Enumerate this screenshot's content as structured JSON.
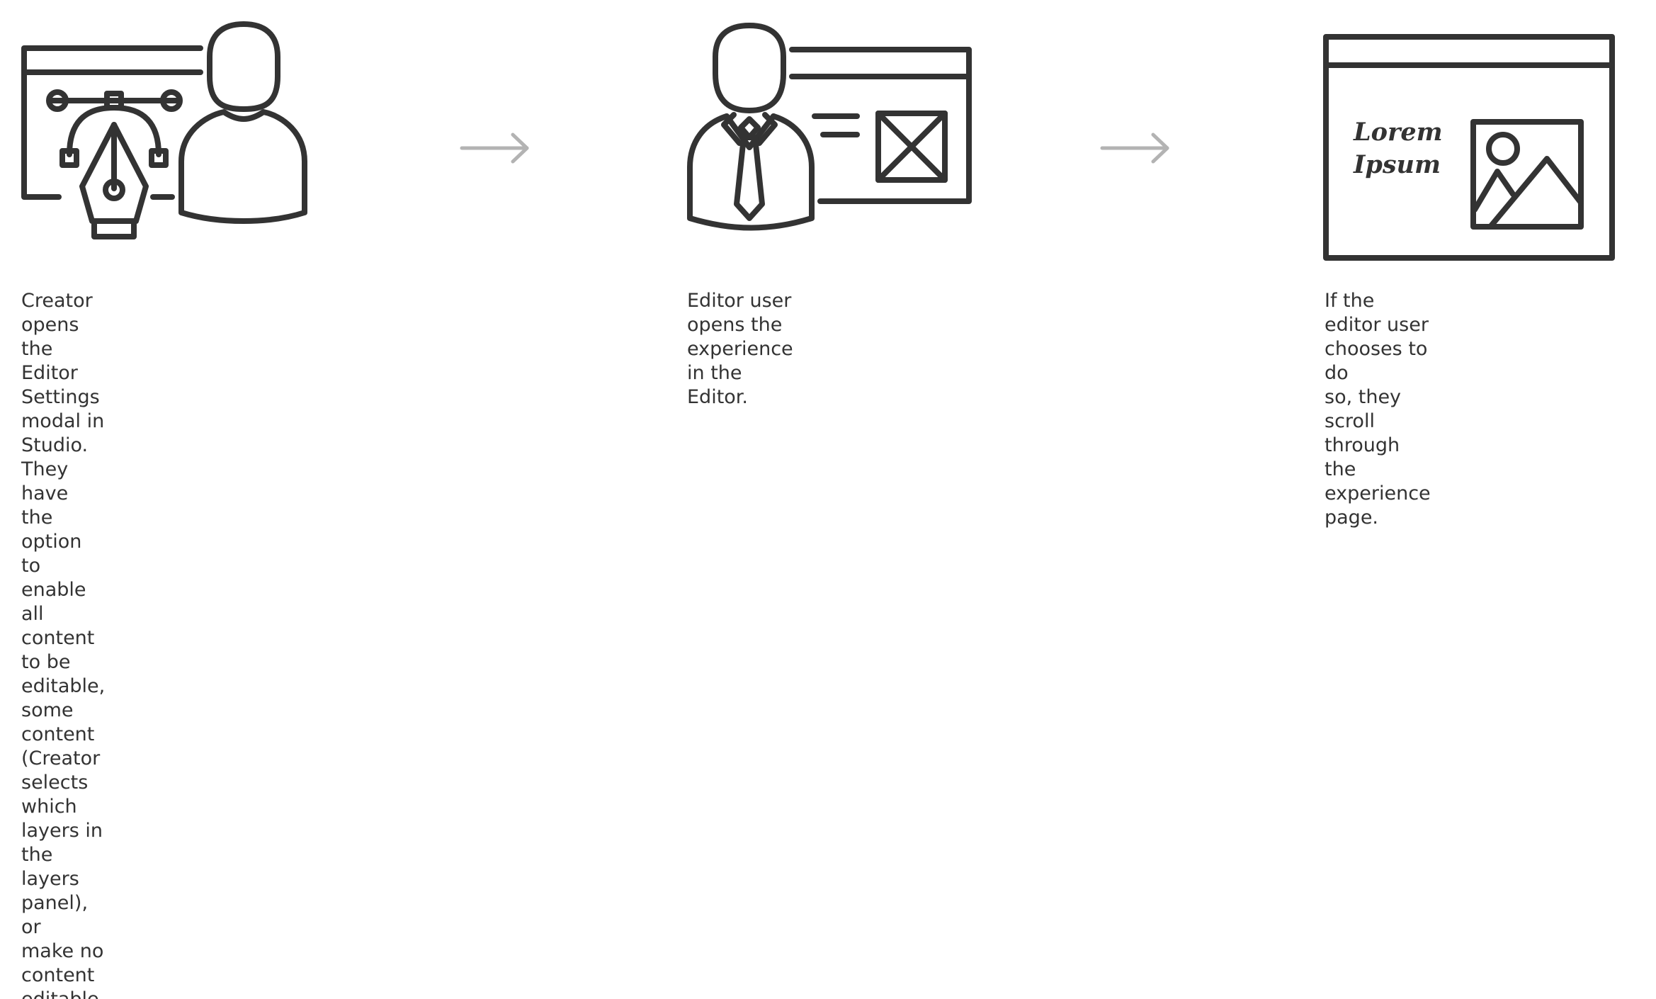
{
  "colors": {
    "icon_stroke": "#333333",
    "arrow": "#b3b3b3",
    "text": "#333333",
    "background": "#ffffff"
  },
  "steps": [
    {
      "icon": "creator-pen-tool-icon",
      "caption": "Creator opens the Editor\nSettings modal in Studio. They\nhave the option to enable all\ncontent to be editable, some\ncontent (Creator selects which\nlayers in the layers panel), or\nmake no content editable."
    },
    {
      "icon": "editor-user-icon",
      "caption": "Editor user opens the\nexperience in the Editor."
    },
    {
      "icon": "experience-page-icon",
      "caption": "If the editor user chooses to do\nso, they scroll through the\nexperience page.",
      "page_heading_line1": "Lorem",
      "page_heading_line2": "Ipsum"
    }
  ],
  "connectors": [
    {
      "icon": "right-arrow-icon"
    },
    {
      "icon": "right-arrow-icon"
    }
  ]
}
